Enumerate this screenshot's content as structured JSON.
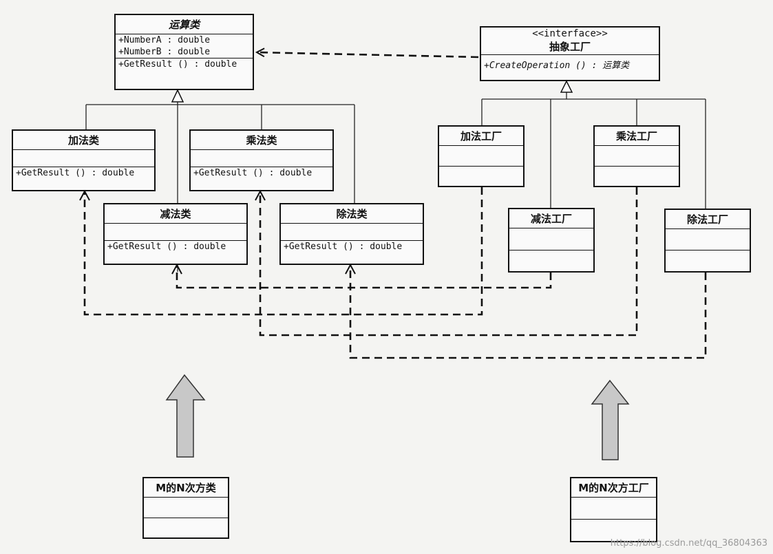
{
  "diagram": {
    "operation_class": {
      "name": "运算类",
      "attributes": [
        "+NumberA : double",
        "+NumberB : double"
      ],
      "methods": [
        "+GetResult () : double"
      ]
    },
    "add_class": {
      "name": "加法类",
      "methods": [
        "+GetResult () : double"
      ]
    },
    "mul_class": {
      "name": "乘法类",
      "methods": [
        "+GetResult () : double"
      ]
    },
    "sub_class": {
      "name": "减法类",
      "methods": [
        "+GetResult () : double"
      ]
    },
    "div_class": {
      "name": "除法类",
      "methods": [
        "+GetResult () : double"
      ]
    },
    "abstract_factory": {
      "stereotype": "<<interface>>",
      "name": "抽象工厂",
      "methods": [
        "+CreateOperation () : 运算类"
      ]
    },
    "add_factory": {
      "name": "加法工厂"
    },
    "mul_factory": {
      "name": "乘法工厂"
    },
    "sub_factory": {
      "name": "减法工厂"
    },
    "div_factory": {
      "name": "除法工厂"
    },
    "power_class": {
      "name": "M的N次方类"
    },
    "power_factory": {
      "name": "M的N次方工厂"
    },
    "watermark": "https://blog.csdn.net/qq_36804363"
  }
}
